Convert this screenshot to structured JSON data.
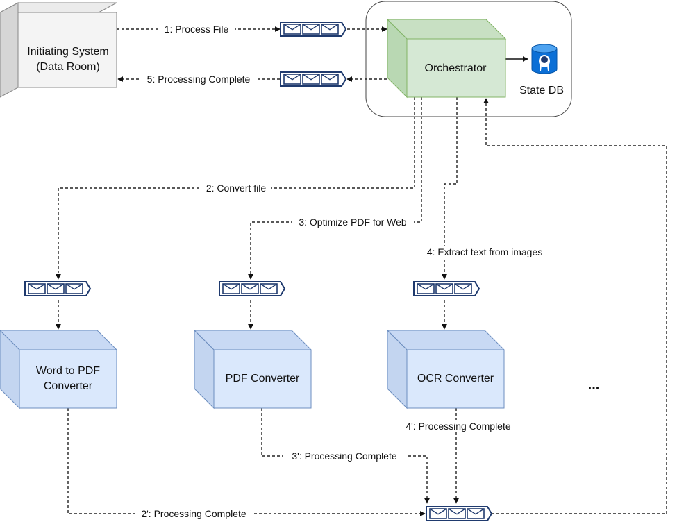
{
  "nodes": {
    "initiating": {
      "line1": "Initiating System",
      "line2": "(Data Room)"
    },
    "orchestrator": {
      "label": "Orchestrator"
    },
    "state_db": {
      "label": "State DB",
      "icon": "postgresql-database-icon"
    },
    "word": {
      "line1": "Word to PDF",
      "line2": "Converter"
    },
    "pdf": {
      "label": "PDF Converter"
    },
    "ocr": {
      "label": "OCR Converter"
    },
    "more": {
      "label": "..."
    }
  },
  "edges": {
    "e1": "1: Process File",
    "e5": "5: Processing Complete",
    "e2": "2: Convert file",
    "e3": "3: Optimize PDF for Web",
    "e4": "4: Extract text from images",
    "e4r": "4': Processing Complete",
    "e3r": "3': Processing Complete",
    "e2r": "2': Processing Complete"
  },
  "colors": {
    "gray_face": "#f4f4f4",
    "gray_side": "#dcdcdc",
    "green_face": "#d5e8d4",
    "green_side": "#b9d8b3",
    "green_stroke": "#82b366",
    "blue_face": "#dae8fc",
    "blue_side": "#c3d5f0",
    "blue_stroke": "#6c8ebf",
    "queue_stroke": "#1f3a6e",
    "db_blue": "#0b6fd6"
  }
}
